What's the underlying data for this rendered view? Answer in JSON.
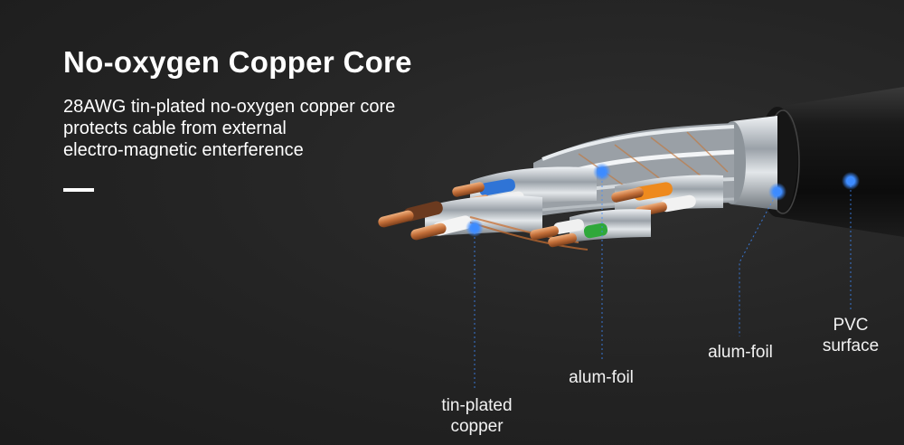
{
  "heading": {
    "title": "No-oxygen Copper Core",
    "description_lines": [
      "28AWG tin-plated no-oxygen copper core",
      "protects cable from external",
      "electro-magnetic enterference"
    ]
  },
  "callouts": {
    "tin_plated_copper": [
      "tin-plated",
      "copper"
    ],
    "alum_foil_pair": "alum-foil",
    "alum_foil_outer": "alum-foil",
    "pvc_surface": [
      "PVC",
      "surface"
    ]
  },
  "colors": {
    "background": "#232323",
    "marker": "#3d8bff",
    "copper": "#c9773f",
    "jacket": "#111111",
    "foil": "#c8cdd2",
    "pair_blue": "#2f74d6",
    "pair_orange": "#ee8a1e",
    "pair_green": "#2fa83a",
    "pair_brown": "#6b3a1f"
  }
}
